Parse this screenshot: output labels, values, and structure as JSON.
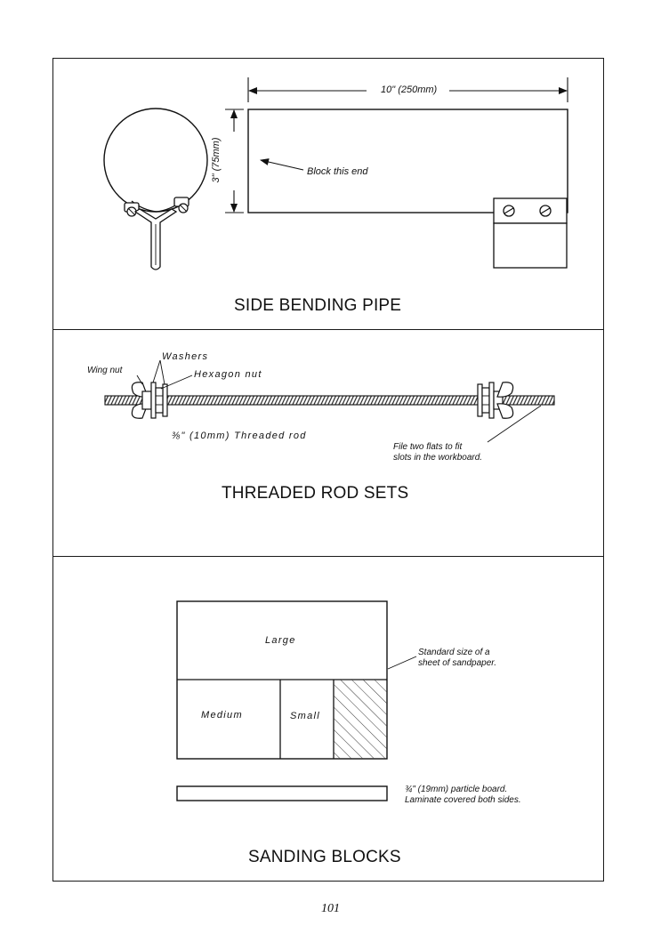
{
  "side_bending_pipe": {
    "title": "SIDE BENDING PIPE",
    "length_label": "10\" (250mm)",
    "height_label": "3\" (75mm)",
    "block_label": "Block this end"
  },
  "threaded_rod_sets": {
    "title": "THREADED ROD SETS",
    "washers_label": "Washers",
    "wing_nut_label": "Wing nut",
    "hexagon_nut_label": "Hexagon nut",
    "rod_label": "⅜\" (10mm) Threaded rod",
    "flats_note_line1": "File two flats to fit",
    "flats_note_line2": "slots in the workboard."
  },
  "sanding_blocks": {
    "title": "SANDING BLOCKS",
    "large_label": "Large",
    "medium_label": "Medium",
    "small_label": "Small",
    "sheet_note_line1": "Standard size of a",
    "sheet_note_line2": "sheet of sandpaper.",
    "board_note_line1": "¾\" (19mm) particle board.",
    "board_note_line2": "Laminate covered both sides."
  },
  "page_number": "101"
}
